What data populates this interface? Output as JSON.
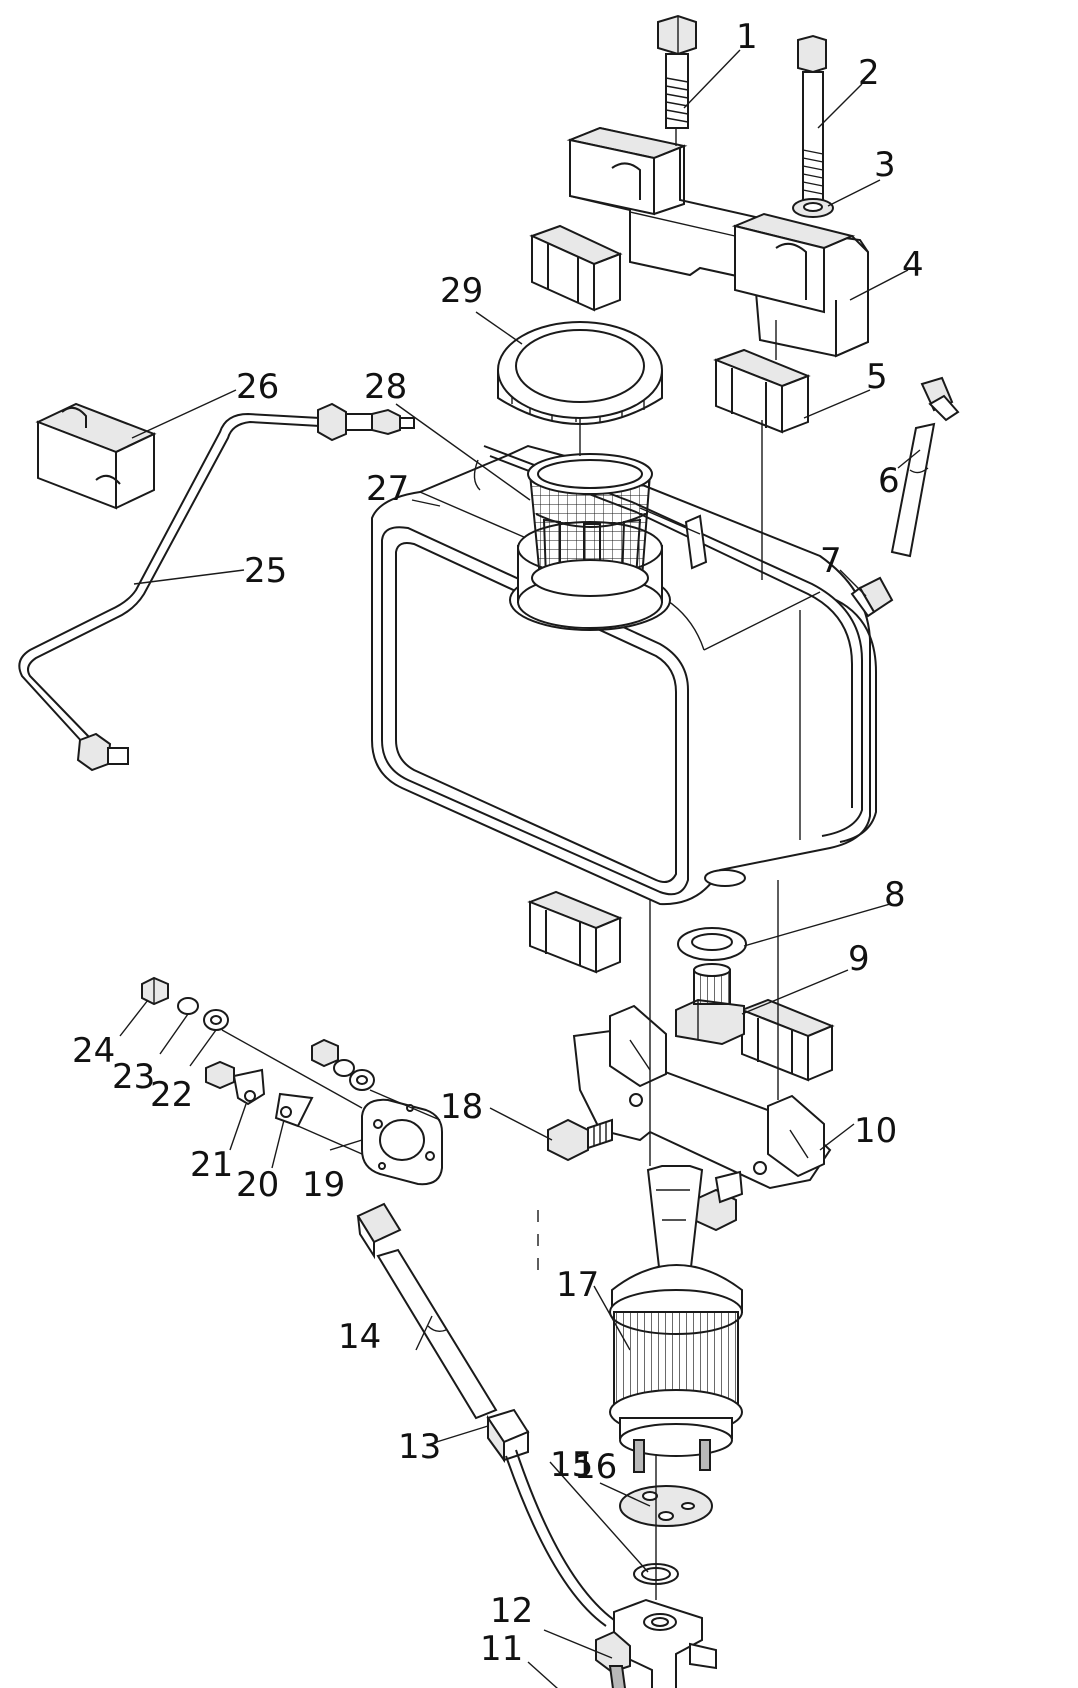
{
  "callouts": [
    "1",
    "2",
    "3",
    "4",
    "5",
    "6",
    "7",
    "8",
    "9",
    "10",
    "11",
    "12",
    "13",
    "14",
    "15",
    "16",
    "17",
    "18",
    "19",
    "20",
    "21",
    "22",
    "23",
    "24",
    "25",
    "26",
    "27",
    "28",
    "29"
  ]
}
